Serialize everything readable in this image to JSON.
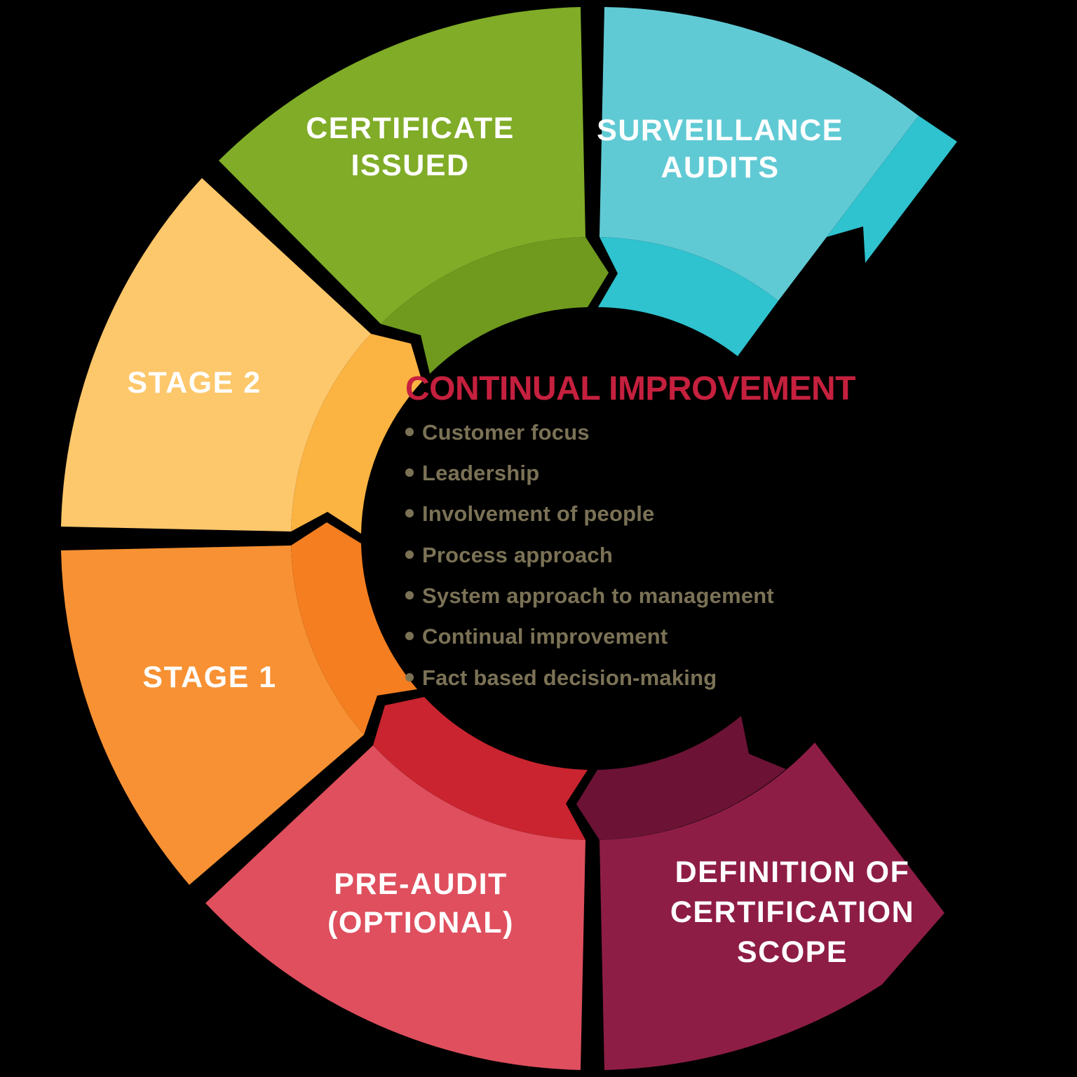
{
  "background_color": "#000000",
  "center_text": {
    "title": "CONTINUAL IMPROVEMENT",
    "title_color": "#C5203E",
    "bullet_color": "#7B7256",
    "bullets": [
      "Customer focus",
      "Leadership",
      "Involvement of people",
      "Process approach",
      "System approach to management",
      "Continual improvement",
      "Fact based decision-making"
    ]
  },
  "segments": [
    {
      "id": "definition-of-certification-scope",
      "label_lines": [
        "DEFINITION OF",
        "CERTIFICATION",
        "SCOPE"
      ],
      "color": "#8E1D45",
      "accent": "#6C1335",
      "text_color": "#FFFFFF"
    },
    {
      "id": "pre-audit-optional",
      "label_lines": [
        "PRE-AUDIT",
        "(OPTIONAL)"
      ],
      "color": "#DF4F5E",
      "accent": "#C9242F",
      "text_color": "#FFFFFF"
    },
    {
      "id": "stage-1",
      "label_lines": [
        "STAGE 1"
      ],
      "color": "#F89133",
      "accent": "#F47E20",
      "text_color": "#FFFFFF"
    },
    {
      "id": "stage-2",
      "label_lines": [
        "STAGE 2"
      ],
      "color": "#FDC76B",
      "accent": "#FBB342",
      "text_color": "#FFFFFF"
    },
    {
      "id": "certificate-issued",
      "label_lines": [
        "CERTIFICATE",
        "ISSUED"
      ],
      "color": "#80AC27",
      "accent": "#6F9A1E",
      "text_color": "#FFFFFF"
    },
    {
      "id": "surveillance-audits",
      "label_lines": [
        "SURVEILLANCE",
        "AUDITS"
      ],
      "color": "#60CAD4",
      "accent": "#2FC2CF",
      "text_color": "#FFFFFF"
    }
  ]
}
